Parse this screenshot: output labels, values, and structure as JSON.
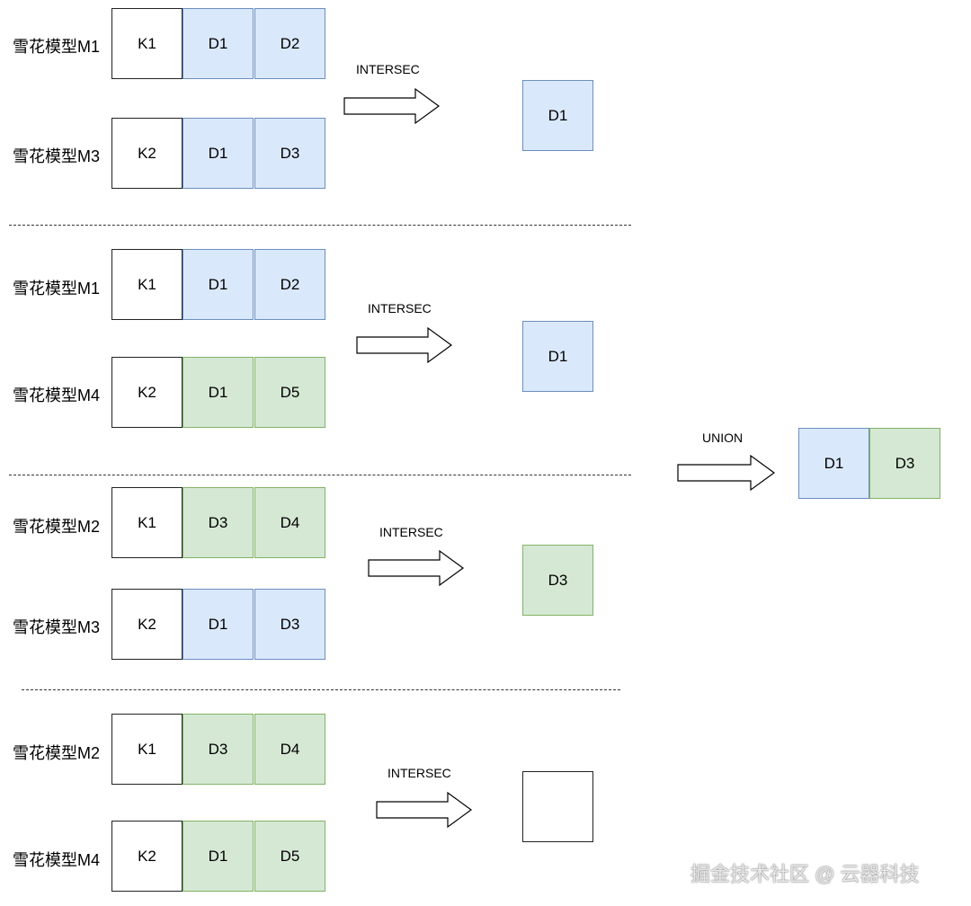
{
  "groups": [
    {
      "rows": [
        {
          "label": "雪花模型M1",
          "key": "K1",
          "dims": [
            {
              "text": "D1",
              "color": "blue"
            },
            {
              "text": "D2",
              "color": "blue"
            }
          ]
        },
        {
          "label": "雪花模型M3",
          "key": "K2",
          "dims": [
            {
              "text": "D1",
              "color": "blue"
            },
            {
              "text": "D3",
              "color": "blue"
            }
          ]
        }
      ],
      "op": "INTERSEC",
      "result": {
        "text": "D1",
        "color": "blue"
      }
    },
    {
      "rows": [
        {
          "label": "雪花模型M1",
          "key": "K1",
          "dims": [
            {
              "text": "D1",
              "color": "blue"
            },
            {
              "text": "D2",
              "color": "blue"
            }
          ]
        },
        {
          "label": "雪花模型M4",
          "key": "K2",
          "dims": [
            {
              "text": "D1",
              "color": "green"
            },
            {
              "text": "D5",
              "color": "green"
            }
          ]
        }
      ],
      "op": "INTERSEC",
      "result": {
        "text": "D1",
        "color": "blue"
      }
    },
    {
      "rows": [
        {
          "label": "雪花模型M2",
          "key": "K1",
          "dims": [
            {
              "text": "D3",
              "color": "green"
            },
            {
              "text": "D4",
              "color": "green"
            }
          ]
        },
        {
          "label": "雪花模型M3",
          "key": "K2",
          "dims": [
            {
              "text": "D1",
              "color": "blue"
            },
            {
              "text": "D3",
              "color": "blue"
            }
          ]
        }
      ],
      "op": "INTERSEC",
      "result": {
        "text": "D3",
        "color": "green"
      }
    },
    {
      "rows": [
        {
          "label": "雪花模型M2",
          "key": "K1",
          "dims": [
            {
              "text": "D3",
              "color": "green"
            },
            {
              "text": "D4",
              "color": "green"
            }
          ]
        },
        {
          "label": "雪花模型M4",
          "key": "K2",
          "dims": [
            {
              "text": "D1",
              "color": "green"
            },
            {
              "text": "D5",
              "color": "green"
            }
          ]
        }
      ],
      "op": "INTERSEC",
      "result": {
        "text": "",
        "color": "white"
      }
    }
  ],
  "union": {
    "op": "UNION",
    "result": [
      {
        "text": "D1",
        "color": "blue"
      },
      {
        "text": "D3",
        "color": "green"
      }
    ]
  },
  "colors": {
    "blue_fill": "#dae8fc",
    "blue_border": "#6c8ebf",
    "green_fill": "#d5e8d4",
    "green_border": "#82b366"
  },
  "watermark": "掘金技术社区 @ 云器科技"
}
